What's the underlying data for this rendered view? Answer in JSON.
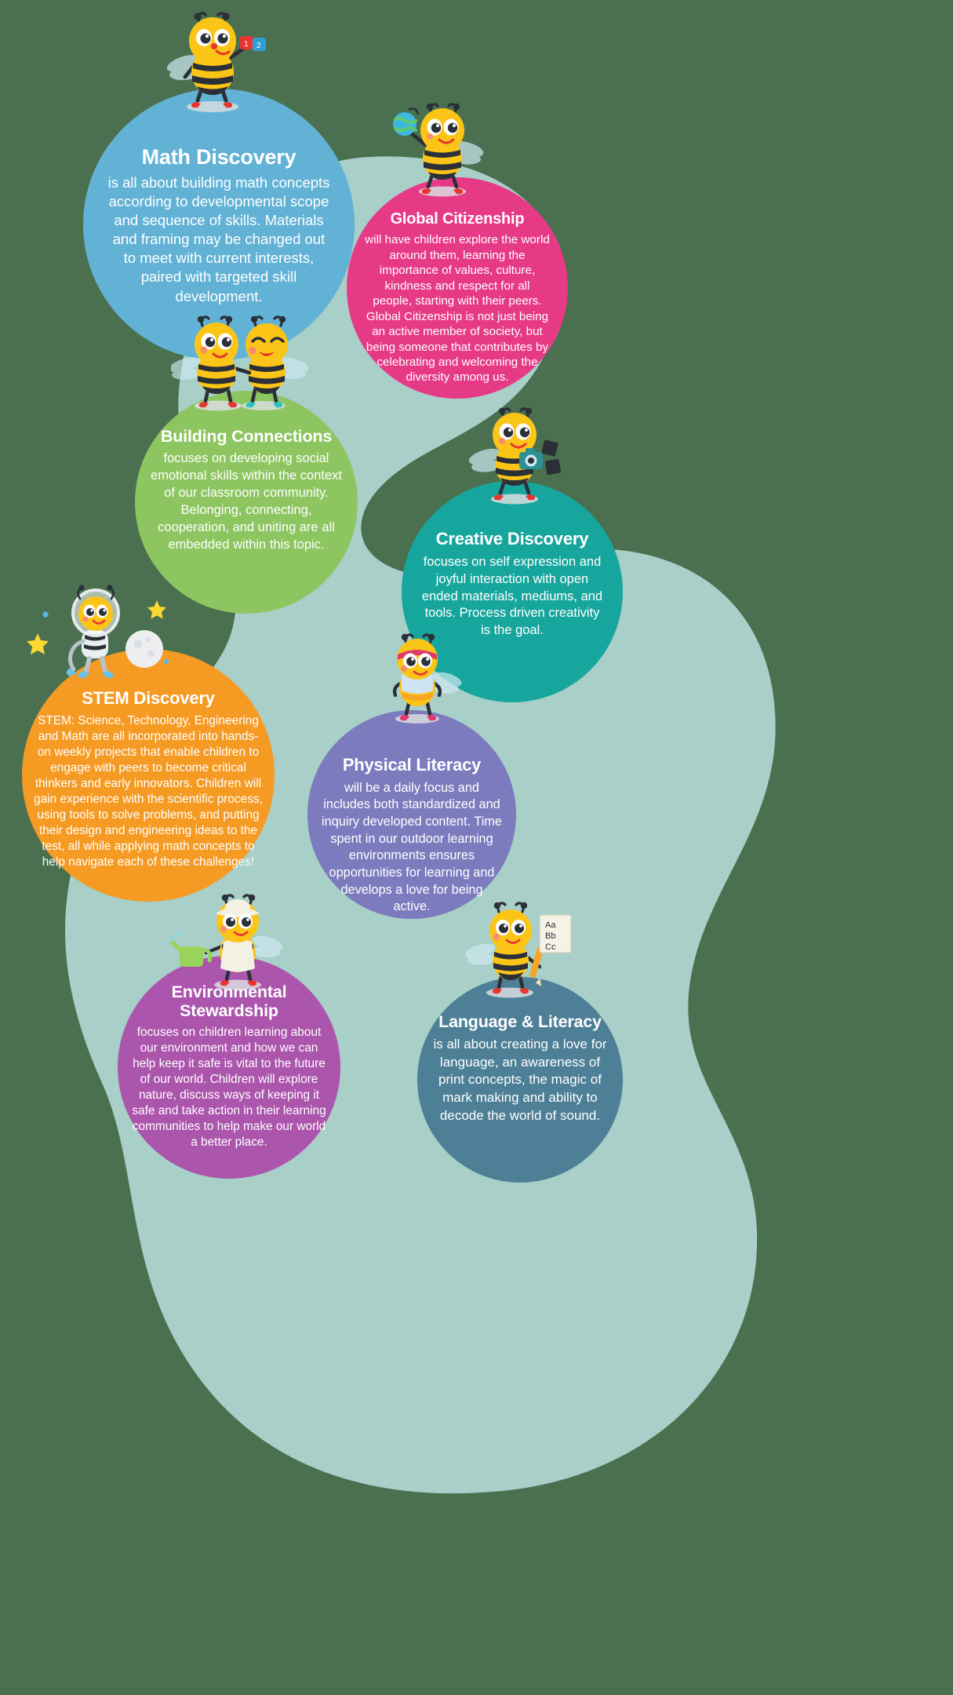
{
  "palette": {
    "page_background": "#4a7050",
    "blob_background": "#a8cfc8",
    "math": "#62b2d6",
    "global": "#e73a86",
    "building": "#8dc560",
    "creative": "#17a69d",
    "stem": "#f59b24",
    "physical": "#7c7bbe",
    "environmental": "#ab55ac",
    "language": "#4d7f96",
    "text": "#ffffff"
  },
  "topics": [
    {
      "id": "math",
      "title": "Math Discovery",
      "body": "is all about building math concepts according to developmental scope and sequence of skills. Materials and framing may be changed out to meet with current interests, paired with targeted skill development.",
      "mascot": "bee-with-number-blocks"
    },
    {
      "id": "global",
      "title": "Global Citizenship",
      "body": "will have children explore the world around them, learning the importance of values, culture, kindness and respect for all people, starting with their peers. Global Citizenship is not just being an active member of society, but being someone that contributes by celebrating and welcoming the diversity among us.",
      "mascot": "bee-holding-globe"
    },
    {
      "id": "building",
      "title": "Building Connections",
      "body": "focuses on developing social emotional skills within the context of our classroom community. Belonging, connecting, cooperation, and uniting are all embedded within this topic.",
      "mascot": "two-bees-hugging"
    },
    {
      "id": "creative",
      "title": "Creative Discovery",
      "body": "focuses on self expression and joyful interaction with open ended materials, mediums, and tools. Process driven creativity is the goal.",
      "mascot": "bee-with-camera"
    },
    {
      "id": "stem",
      "title": "STEM Discovery",
      "body": "STEM: Science, Technology, Engineering and Math are all incorporated into hands- on weekly projects that enable children to engage with peers to become critical thinkers and early innovators. Children will gain experience with the scientific process, using tools to solve problems, and putting their design and engineering ideas to the test, all while applying math concepts to help navigate each of these challenges!",
      "mascot": "astronaut-bee"
    },
    {
      "id": "physical",
      "title": "Physical Literacy",
      "body": "will be a daily focus and includes both standardized and inquiry developed content. Time spent in our outdoor learning environments ensures opportunities for learning and develops a love for being active.",
      "mascot": "bee-in-sportswear"
    },
    {
      "id": "environmental",
      "title": "Environmental Stewardship",
      "body": "focuses on children learning about our environment and how we can help keep it safe is vital to the future of our world. Children will explore nature, discuss ways of keeping it safe and take action in their learning communities to help make our world a better place.",
      "mascot": "bee-with-watering-can"
    },
    {
      "id": "language",
      "title": "Language & Literacy",
      "body": "is all about creating a love for language, an awareness of print concepts, the magic of mark making and ability to decode the world of sound.",
      "mascot": "bee-with-pencil-and-abc-card"
    }
  ]
}
